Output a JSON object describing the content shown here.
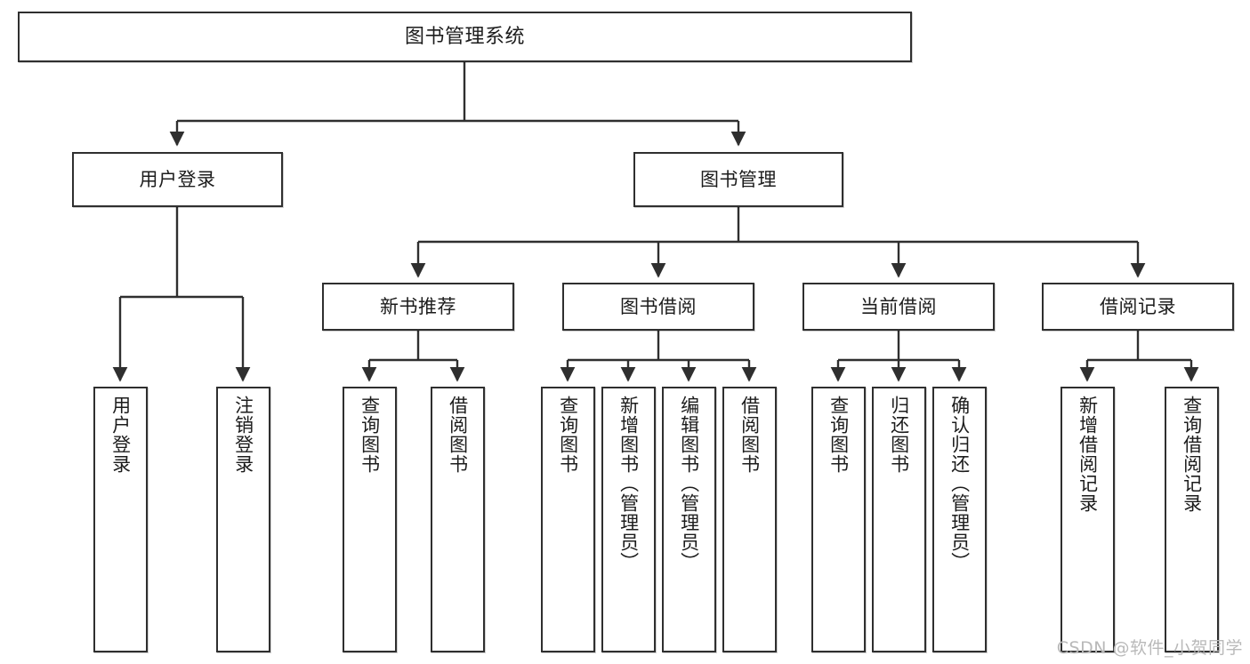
{
  "diagram": {
    "type": "tree",
    "title": "图书管理系统",
    "style": {
      "background": "#ffffff",
      "line_color": "#2f2f2f",
      "box_fill": "#ffffff",
      "text_color": "#1c1c1c"
    },
    "root": {
      "label": "图书管理系统"
    },
    "level2": [
      {
        "label": "用户登录"
      },
      {
        "label": "图书管理"
      }
    ],
    "level3": [
      {
        "label": "新书推荐"
      },
      {
        "label": "图书借阅"
      },
      {
        "label": "当前借阅"
      },
      {
        "label": "借阅记录"
      }
    ],
    "leaves": {
      "user_login": [
        {
          "label": "用户登录"
        },
        {
          "label": "注销登录"
        }
      ],
      "new_book_recommend": [
        {
          "label": "查询图书"
        },
        {
          "label": "借阅图书"
        }
      ],
      "book_borrow": [
        {
          "label": "查询图书"
        },
        {
          "label": "新增图书（管理员）"
        },
        {
          "label": "编辑图书（管理员）"
        },
        {
          "label": "借阅图书"
        }
      ],
      "current_borrow": [
        {
          "label": "查询图书"
        },
        {
          "label": "归还图书"
        },
        {
          "label": "确认归还（管理员）"
        }
      ],
      "borrow_record": [
        {
          "label": "新增借阅记录"
        },
        {
          "label": "查询借阅记录"
        }
      ]
    }
  },
  "watermark": {
    "text": "CSDN @软件_小贺同学"
  }
}
